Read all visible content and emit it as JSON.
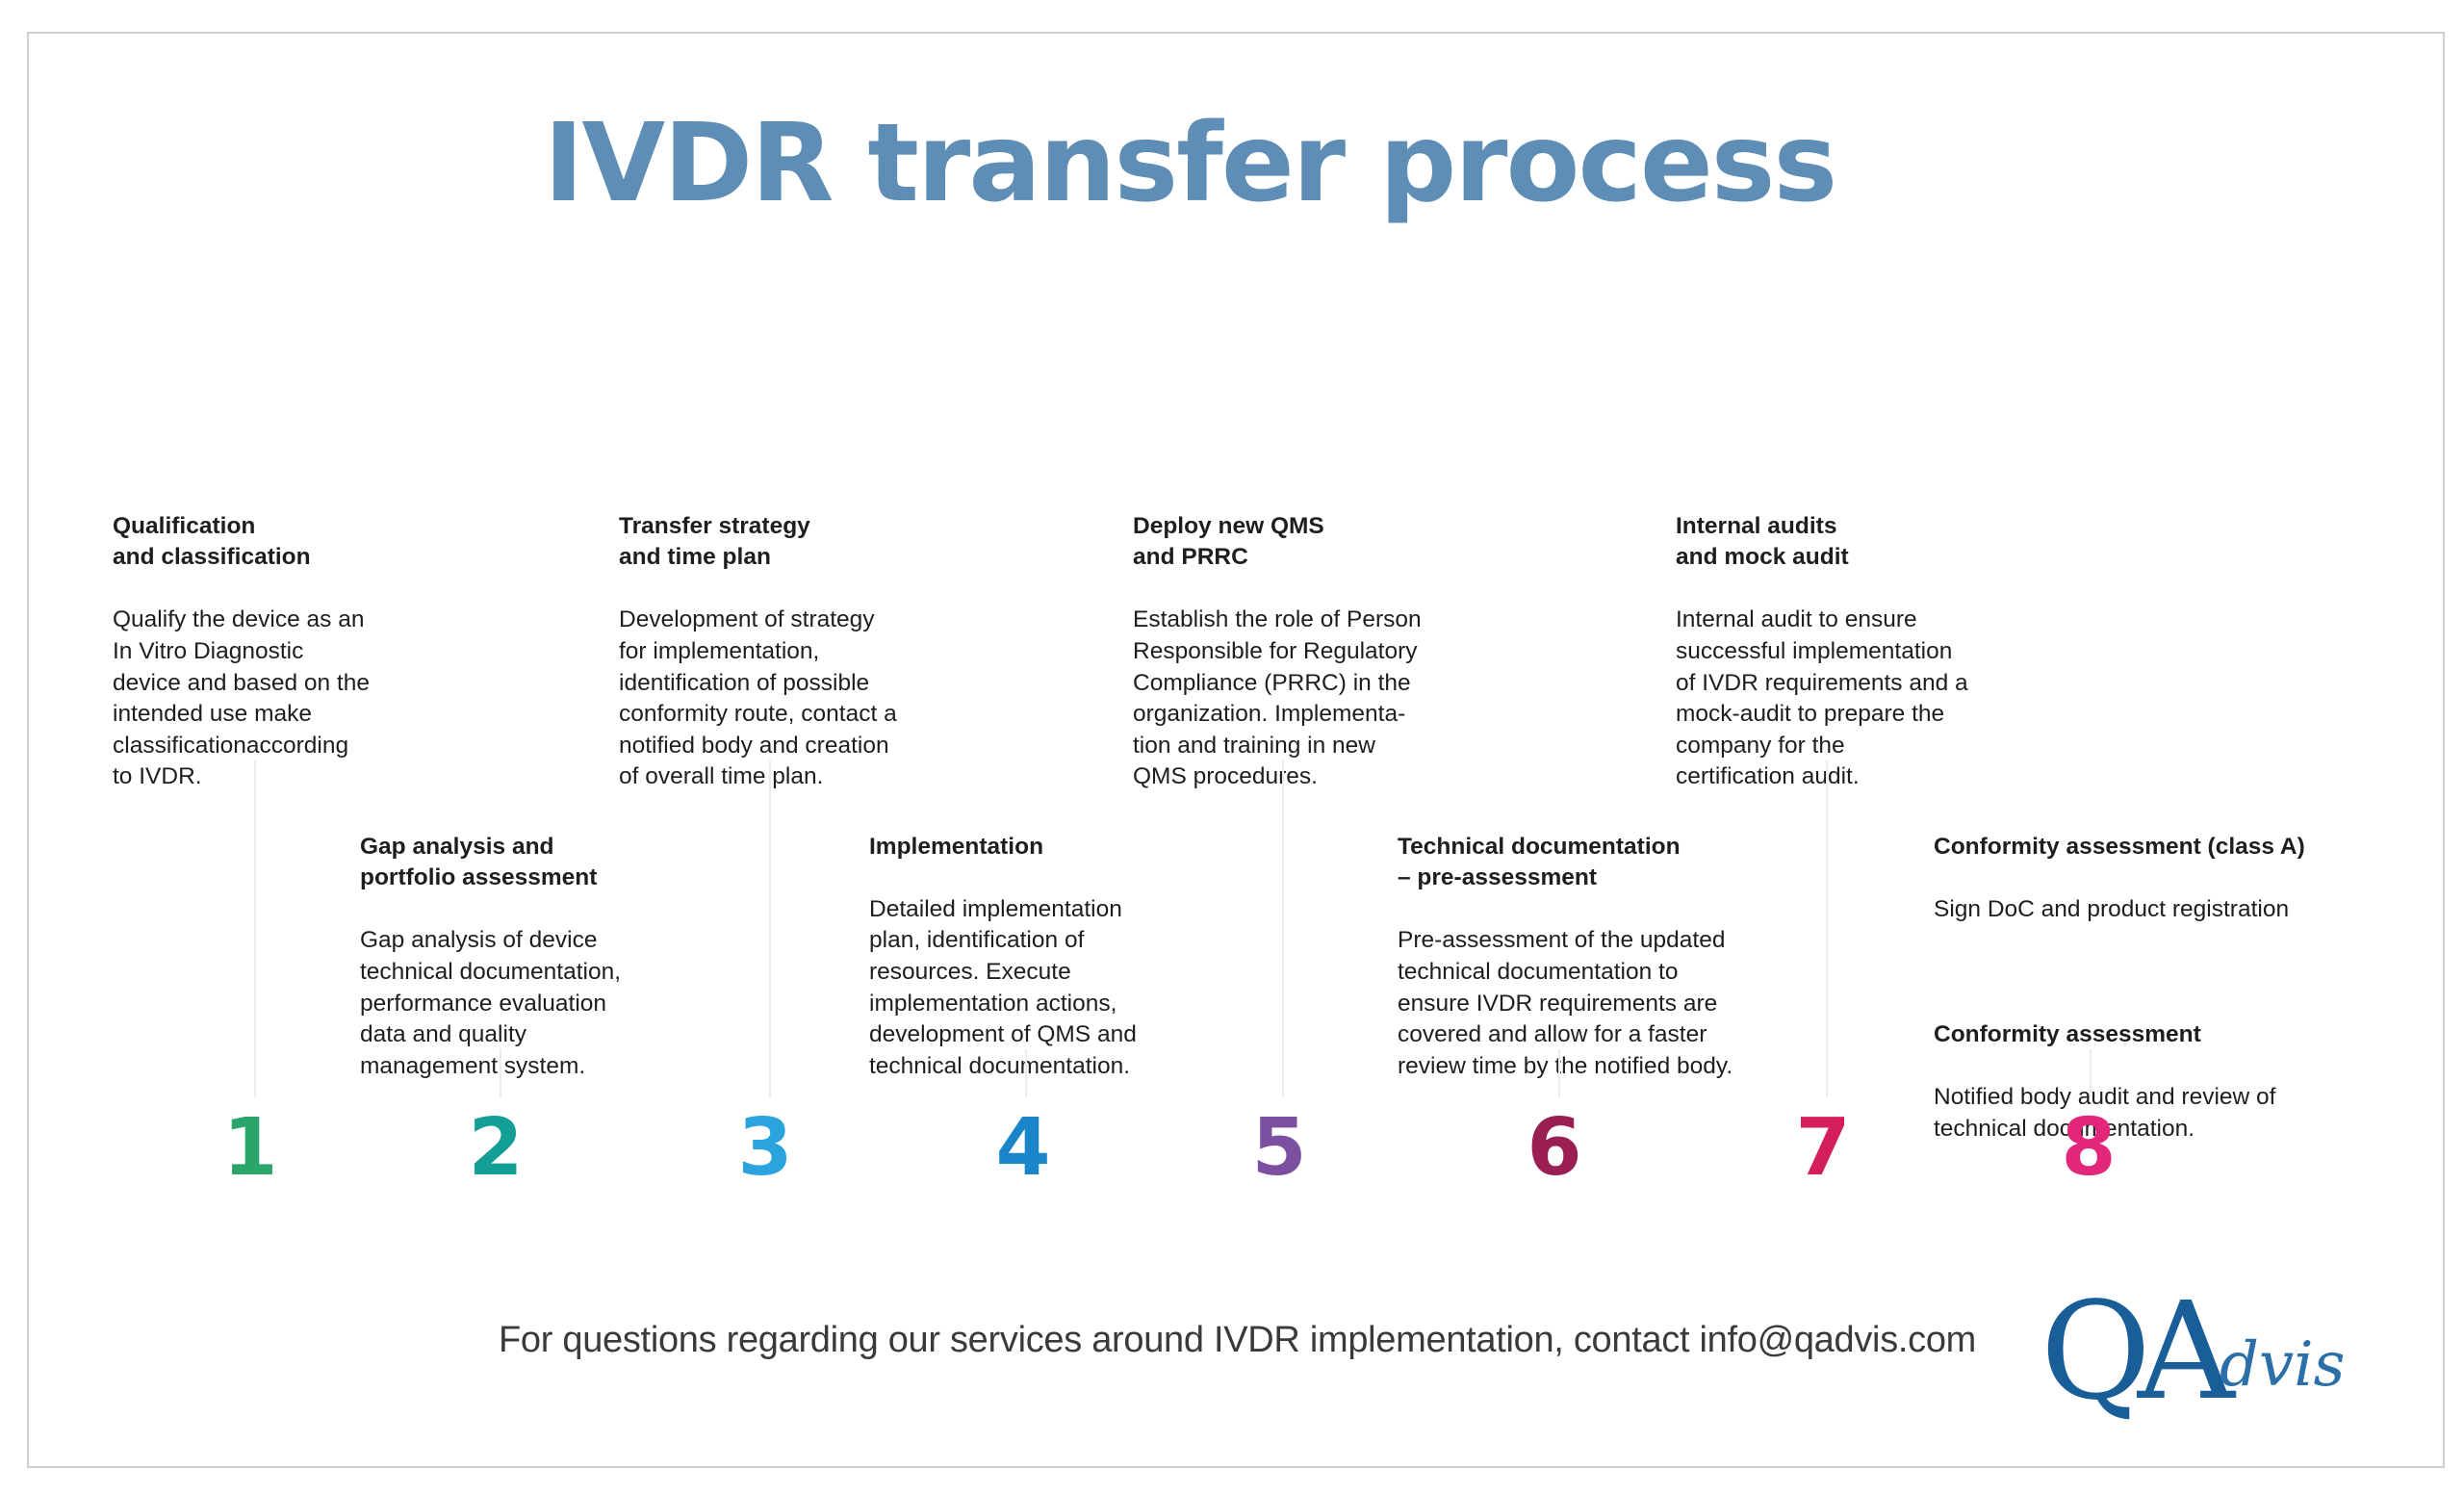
{
  "title": "IVDR transfer process",
  "steps": [
    {
      "number": "1",
      "color": "#2aa66b",
      "heading": "Qualification\nand classification",
      "body": "Qualify the device as an\nIn Vitro Diagnostic\ndevice and based on the\nintended use make\nclassificationaccording\nto IVDR."
    },
    {
      "number": "2",
      "color": "#139e96",
      "heading": "Gap analysis and\nportfolio assessment",
      "body": "Gap analysis of device\ntechnical documentation,\nperformance evaluation\ndata and quality\nmanagement system."
    },
    {
      "number": "3",
      "color": "#2ba4de",
      "heading": "Transfer strategy\nand time plan",
      "body": "Development of strategy\nfor implementation,\nidentification of possible\nconformity route, contact a\nnotified body and creation\nof overall time plan."
    },
    {
      "number": "4",
      "color": "#1a86c9",
      "heading": "Implementation",
      "body": "Detailed implementation\nplan, identification of\nresources. Execute\nimplementation actions,\ndevelopment of QMS and\ntechnical documentation."
    },
    {
      "number": "5",
      "color": "#7c4fa0",
      "heading": "Deploy new QMS\nand PRRC",
      "body": "Establish the role of Person\nResponsible for Regulatory\nCompliance (PRRC) in the\norganization. Implementa-\ntion and training in new\nQMS procedures."
    },
    {
      "number": "6",
      "color": "#9a1f52",
      "heading": "Technical documentation\n – pre-assessment",
      "body": "Pre-assessment of the updated\ntechnical documentation to\nensure IVDR requirements are\ncovered and allow for a faster\nreview time by the notified body."
    },
    {
      "number": "7",
      "color": "#d51f5d",
      "heading": "Internal audits\nand mock audit",
      "body": "Internal audit to ensure\nsuccessful implementation\nof IVDR requirements and a\nmock-audit to prepare the\ncompany for the\ncertification audit."
    },
    {
      "number": "8",
      "color": "#e2267a",
      "heading": "Conformity assessment (class A)",
      "body": "Sign DoC and product registration",
      "heading2": "Conformity assessment",
      "body2": "Notified body audit and review of\ntechnical documentation."
    }
  ],
  "footer": "For questions regarding our services around IVDR implementation, contact info@qadvis.com",
  "logo": {
    "big": "QA",
    "small": "dvis",
    "color": "#1a5e99"
  }
}
